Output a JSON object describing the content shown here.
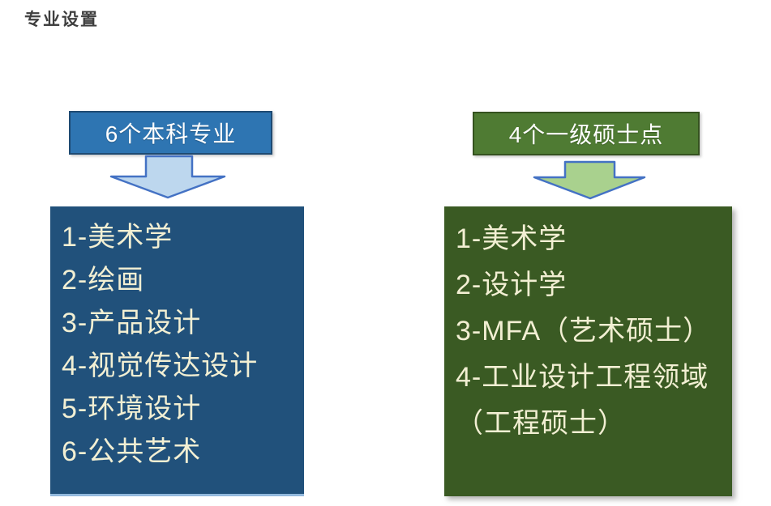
{
  "page": {
    "title": "专业设置"
  },
  "columns": [
    {
      "id": "undergraduate-programs",
      "header": "6个本科专业",
      "items": [
        "1-美术学",
        "2-绘画",
        "3-产品设计",
        "4-视觉传达设计",
        "5-环境设计",
        "6-公共艺术"
      ],
      "colors": {
        "header_fill": "#2e75b2",
        "header_border": "#1e4a72",
        "arrow_fill": "#bdd7ee",
        "arrow_border": "#4472c4",
        "list_fill": "#21517b",
        "list_text": "#f2efd3"
      }
    },
    {
      "id": "masters-programs",
      "header": "4个一级硕士点",
      "items": [
        "1-美术学",
        "2-设计学",
        "3-MFA（艺术硕士）",
        "4-工业设计工程领域（工程硕士）"
      ],
      "colors": {
        "header_fill": "#4f7b33",
        "header_border": "#35521f",
        "arrow_fill": "#a9d18e",
        "arrow_border": "#4472c4",
        "list_fill": "#3a5a23",
        "list_text": "#f2efd3"
      }
    }
  ]
}
